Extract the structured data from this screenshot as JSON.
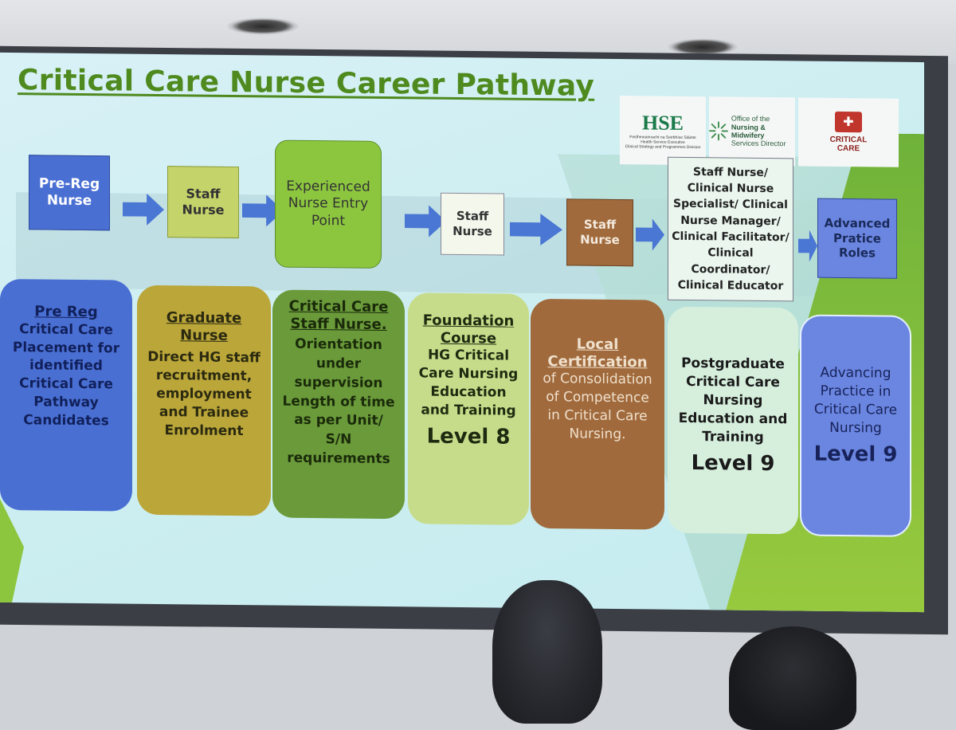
{
  "slide": {
    "title": "Critical Care Nurse Career Pathway",
    "logos": {
      "hse": {
        "mark": "HSE",
        "line1": "Feidhmeannacht na Seirbhíse Sláinte",
        "line2": "Health Service Executive",
        "line3": "Clinical Strategy and Programmes Division"
      },
      "onmsd": {
        "line1": "Office of the",
        "line2": "Nursing & Midwifery",
        "line3": "Services Director"
      },
      "critical_care": {
        "label": "CRITICAL\nCARE"
      }
    },
    "pathway": [
      {
        "label": "Pre-Reg Nurse"
      },
      {
        "label": "Staff Nurse"
      },
      {
        "label": "Experienced Nurse Entry Point"
      },
      {
        "label": "Staff Nurse"
      },
      {
        "label": "Staff Nurse"
      },
      {
        "label": "Staff Nurse/ Clinical Nurse Specialist/ Clinical Nurse Manager/ Clinical Facilitator/ Clinical Coordinator/ Clinical Educator"
      },
      {
        "label": "Advanced Pratice Roles"
      }
    ],
    "cards": [
      {
        "head": "Pre Reg",
        "body": "Critical Care Placement for identified Critical Care Pathway Candidates",
        "level": ""
      },
      {
        "head": "Graduate Nurse",
        "body": "Direct HG staff recruitment, employment and Trainee Enrolment",
        "level": ""
      },
      {
        "head": "Critical Care Staff Nurse.",
        "body": "Orientation under supervision\nLength of time as per Unit/ S/N requirements",
        "level": ""
      },
      {
        "head": "Foundation Course",
        "body": "HG Critical Care Nursing Education and Training",
        "level": "Level 8"
      },
      {
        "head": "Local Certification",
        "body": "of Consolidation of Competence in Critical Care Nursing.",
        "level": ""
      },
      {
        "head": "",
        "body": "Postgraduate Critical Care Nursing Education and Training",
        "level": "Level 9"
      },
      {
        "head": "",
        "body": "Advancing Practice in Critical Care Nursing",
        "level": "Level 9"
      }
    ]
  },
  "colors": {
    "title_green": "#4f8a1f",
    "arrow_blue": "#4a76d4"
  }
}
